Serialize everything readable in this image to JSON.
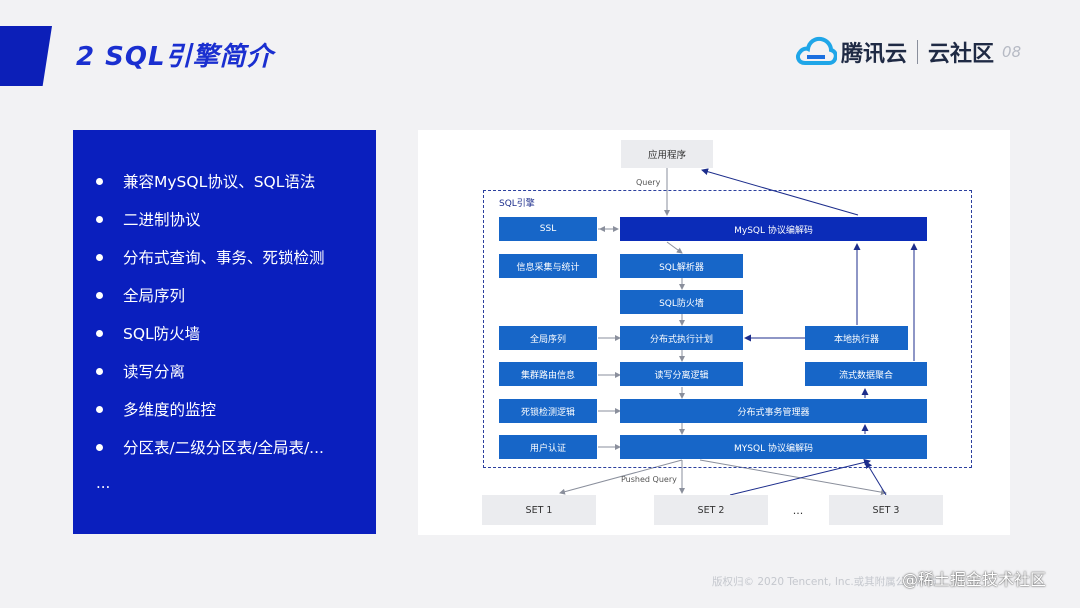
{
  "header": {
    "title": "2  SQL引擎简介",
    "brand_name": "腾讯云",
    "brand_community": "云社区",
    "page_number": "08"
  },
  "left_panel": {
    "bullets": [
      "兼容MySQL协议、SQL语法",
      " 二进制协议",
      "分布式查询、事务、死锁检测",
      " 全局序列",
      "SQL防火墙",
      " 读写分离",
      "多维度的监控",
      " 分区表/二级分区表/全局表/..."
    ],
    "ellipsis": "..."
  },
  "diagram": {
    "app": "应用程序",
    "query_label": "Query",
    "engine_label": "SQL引擎",
    "ssl": "SSL",
    "mysql_decoder_top": "MySQL 协议编解码",
    "info_collect": "信息采集与统计",
    "sql_parser": "SQL解析器",
    "sql_firewall": "SQL防火墙",
    "global_sequence": "全局序列",
    "dist_exec_plan": "分布式执行计划",
    "local_executor": "本地执行器",
    "cluster_route": "集群路由信息",
    "rw_split": "读写分离逻辑",
    "stream_agg": "流式数据聚合",
    "deadlock_logic": "死锁检测逻辑",
    "dist_tx_manager": "分布式事务管理器",
    "user_auth": "用户认证",
    "mysql_decoder_bottom": "MYSQL 协议编解码",
    "pushed_query_label": "Pushed Query",
    "set1": "SET 1",
    "set2": "SET 2",
    "set_ellipsis": "...",
    "set3": "SET 3"
  },
  "footer": {
    "copyright": "版权归© 2020 Tencent, Inc.或其附属公司所有",
    "watermark": "@稀土掘金技术社区"
  },
  "colors": {
    "accent_blue": "#0a1fbe",
    "box_blue": "#1766c8",
    "box_dark_blue": "#0b2cb8",
    "background": "#f2f2f4"
  }
}
